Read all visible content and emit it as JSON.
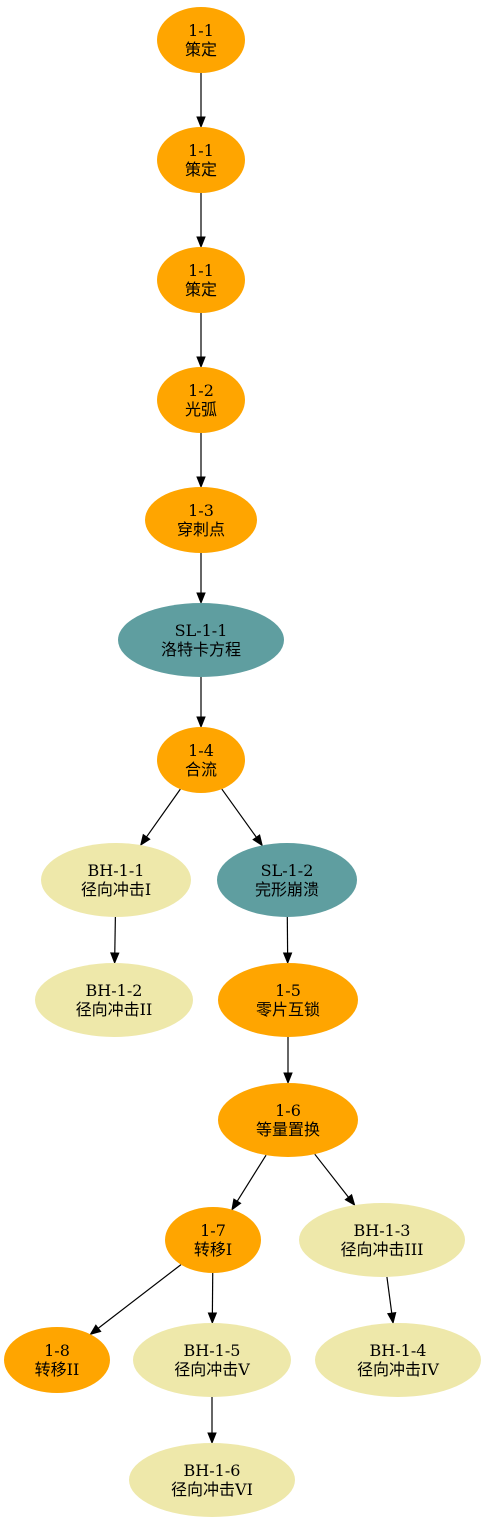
{
  "colors": {
    "orange": "#FFA500",
    "teal": "#5F9EA0",
    "khaki": "#EEE8AA",
    "edge": "#000000"
  },
  "nodes": [
    {
      "id": "n1",
      "line1": "1-1",
      "line2": "策定",
      "color": "orange"
    },
    {
      "id": "n2",
      "line1": "1-1",
      "line2": "策定",
      "color": "orange"
    },
    {
      "id": "n3",
      "line1": "1-1",
      "line2": "策定",
      "color": "orange"
    },
    {
      "id": "n4",
      "line1": "1-2",
      "line2": "光弧",
      "color": "orange"
    },
    {
      "id": "n5",
      "line1": "1-3",
      "line2": "穿刺点",
      "color": "orange"
    },
    {
      "id": "n6",
      "line1": "SL-1-1",
      "line2": "洛特卡方程",
      "color": "teal"
    },
    {
      "id": "n7",
      "line1": "1-4",
      "line2": "合流",
      "color": "orange"
    },
    {
      "id": "n8",
      "line1": "BH-1-1",
      "line2": "径向冲击I",
      "color": "khaki"
    },
    {
      "id": "n9",
      "line1": "SL-1-2",
      "line2": "完形崩溃",
      "color": "teal"
    },
    {
      "id": "n10",
      "line1": "BH-1-2",
      "line2": "径向冲击II",
      "color": "khaki"
    },
    {
      "id": "n11",
      "line1": "1-5",
      "line2": "零片互锁",
      "color": "orange"
    },
    {
      "id": "n12",
      "line1": "1-6",
      "line2": "等量置换",
      "color": "orange"
    },
    {
      "id": "n13",
      "line1": "1-7",
      "line2": "转移I",
      "color": "orange"
    },
    {
      "id": "n14",
      "line1": "BH-1-3",
      "line2": "径向冲击III",
      "color": "khaki"
    },
    {
      "id": "n15",
      "line1": "1-8",
      "line2": "转移II",
      "color": "orange"
    },
    {
      "id": "n16",
      "line1": "BH-1-5",
      "line2": "径向冲击V",
      "color": "khaki"
    },
    {
      "id": "n17",
      "line1": "BH-1-4",
      "line2": "径向冲击IV",
      "color": "khaki"
    },
    {
      "id": "n18",
      "line1": "BH-1-6",
      "line2": "径向冲击VI",
      "color": "khaki"
    }
  ],
  "edges": [
    {
      "from": "n1",
      "to": "n2"
    },
    {
      "from": "n2",
      "to": "n3"
    },
    {
      "from": "n3",
      "to": "n4"
    },
    {
      "from": "n4",
      "to": "n5"
    },
    {
      "from": "n5",
      "to": "n6"
    },
    {
      "from": "n6",
      "to": "n7"
    },
    {
      "from": "n7",
      "to": "n8"
    },
    {
      "from": "n7",
      "to": "n9"
    },
    {
      "from": "n8",
      "to": "n10"
    },
    {
      "from": "n9",
      "to": "n11"
    },
    {
      "from": "n11",
      "to": "n12"
    },
    {
      "from": "n12",
      "to": "n13"
    },
    {
      "from": "n12",
      "to": "n14"
    },
    {
      "from": "n13",
      "to": "n15"
    },
    {
      "from": "n13",
      "to": "n16"
    },
    {
      "from": "n14",
      "to": "n17"
    },
    {
      "from": "n16",
      "to": "n18"
    }
  ]
}
